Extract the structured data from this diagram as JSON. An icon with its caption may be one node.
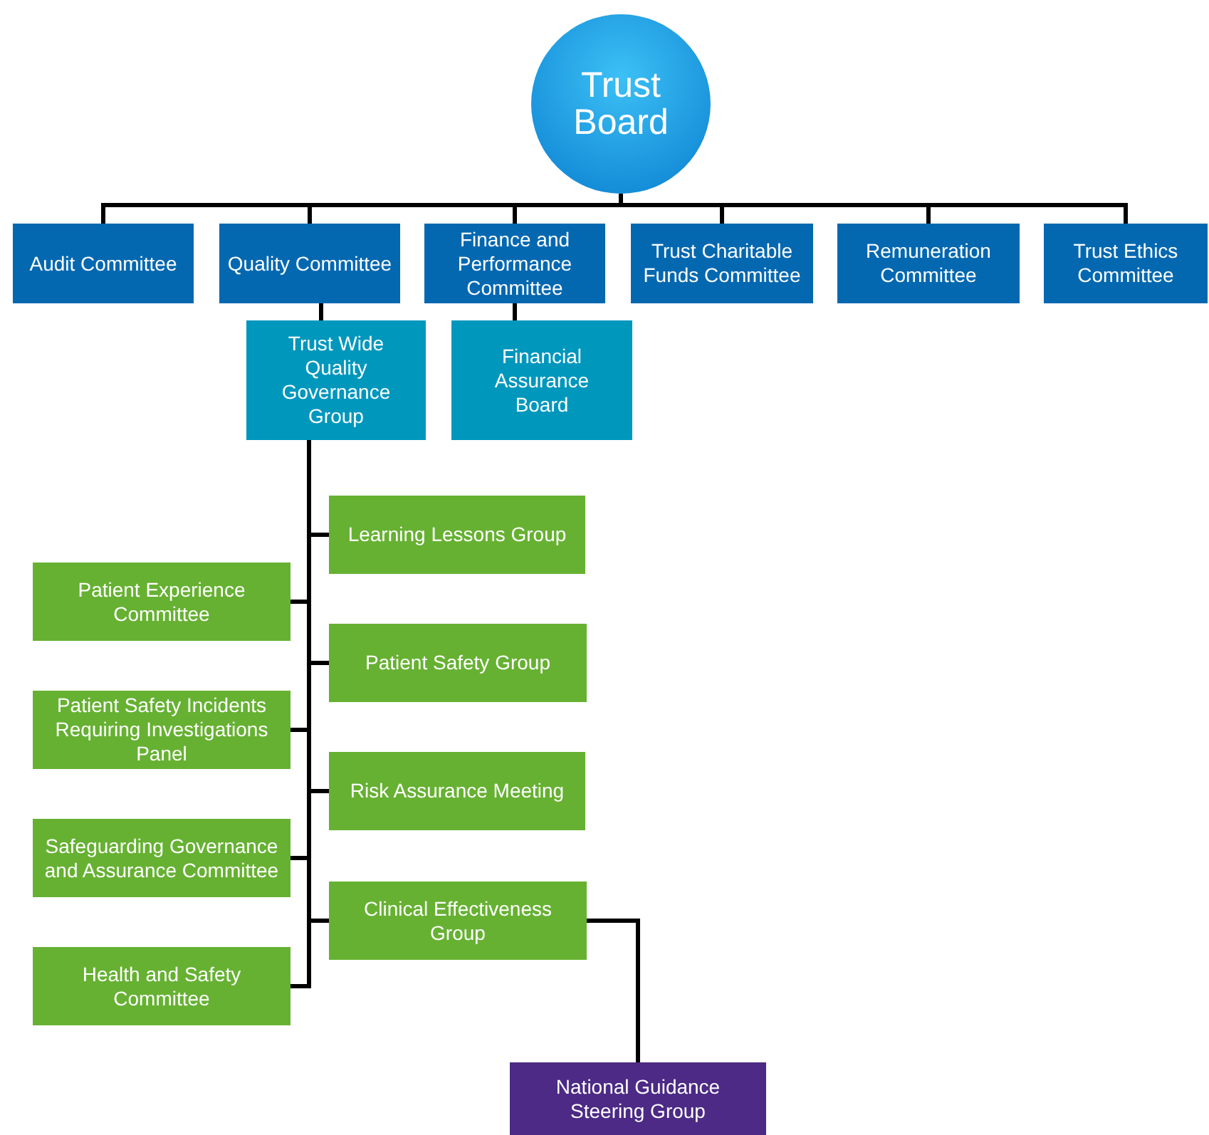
{
  "diagram": {
    "nodes": [
      {
        "text": [
          "Trust Board"
        ]
      },
      {
        "text": [
          "Audit Committee"
        ]
      },
      {
        "text": [
          "Quality Committee"
        ]
      },
      {
        "text": [
          "Finance and Performance Committee"
        ]
      },
      {
        "text": [
          "Trust Charitable Funds Committee"
        ]
      },
      {
        "text": [
          "Remuneration Committee"
        ]
      },
      {
        "text": [
          "Trust Ethics Committee"
        ]
      },
      {
        "text": [
          "Trust Wide Quality Governance Group"
        ]
      },
      {
        "text": [
          "Financial Assurance Board"
        ]
      },
      {
        "text": [
          "Learning Lessons Group"
        ]
      },
      {
        "text": [
          "Patient Experience Committee"
        ]
      },
      {
        "text": [
          "Patient Safety Group"
        ]
      },
      {
        "text": [
          "Patient Safety Incidents Requiring Investigations Panel"
        ]
      },
      {
        "text": [
          "Risk Assurance Meeting"
        ]
      },
      {
        "text": [
          "Safeguarding Governance and Assurance Committee"
        ]
      },
      {
        "text": [
          "Clinical Effectiveness Group"
        ]
      },
      {
        "text": [
          "Health and Safety Committee"
        ]
      },
      {
        "text": [
          "National Guidance Steering Group"
        ]
      }
    ],
    "edges": [
      {
        "from": 0,
        "to": 1,
        "arrow": "none"
      },
      {
        "from": 0,
        "to": 2,
        "arrow": "none"
      },
      {
        "from": 0,
        "to": 3,
        "arrow": "none"
      },
      {
        "from": 0,
        "to": 4,
        "arrow": "none"
      },
      {
        "from": 0,
        "to": 5,
        "arrow": "none"
      },
      {
        "from": 0,
        "to": 6,
        "arrow": "none"
      },
      {
        "from": 2,
        "to": 7,
        "arrow": "none"
      },
      {
        "from": 3,
        "to": 8,
        "arrow": "none"
      },
      {
        "from": 7,
        "to": 9,
        "arrow": "none"
      },
      {
        "from": 7,
        "to": 10,
        "arrow": "none"
      },
      {
        "from": 7,
        "to": 11,
        "arrow": "none"
      },
      {
        "from": 7,
        "to": 12,
        "arrow": "none"
      },
      {
        "from": 7,
        "to": 13,
        "arrow": "none"
      },
      {
        "from": 7,
        "to": 14,
        "arrow": "none"
      },
      {
        "from": 7,
        "to": 15,
        "arrow": "none"
      },
      {
        "from": 7,
        "to": 16,
        "arrow": "none"
      },
      {
        "from": 15,
        "to": 17,
        "arrow": "none"
      }
    ]
  }
}
